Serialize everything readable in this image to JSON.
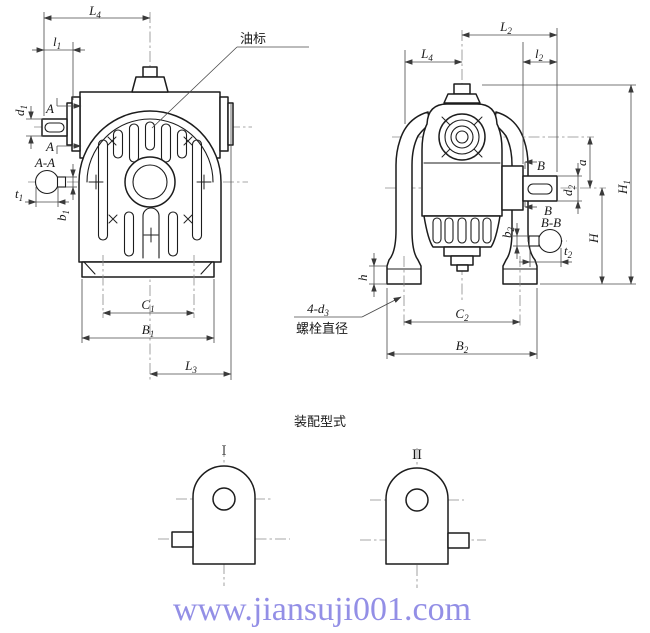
{
  "colors": {
    "line": "#1c1c1c",
    "dimension": "#4a4a4a",
    "centerline": "#8a8a8a",
    "watermark": "#938fe6",
    "background": "#ffffff"
  },
  "front": {
    "oil_label": "油标",
    "dims": {
      "L4": {
        "base": "L",
        "sub": "4"
      },
      "l1": {
        "base": "l",
        "sub": "1"
      },
      "d1": {
        "base": "d",
        "sub": "1"
      },
      "A": {
        "base": "A",
        "sub": ""
      },
      "AA": {
        "base": "A-A",
        "sub": ""
      },
      "t1": {
        "base": "t",
        "sub": "1"
      },
      "b1": {
        "base": "b",
        "sub": "1"
      },
      "C1": {
        "base": "C",
        "sub": "1"
      },
      "B1": {
        "base": "B",
        "sub": "1"
      },
      "L3": {
        "base": "L",
        "sub": "3"
      }
    }
  },
  "side": {
    "bolt_note": {
      "line1": {
        "base": "4-d",
        "sub": "3"
      },
      "line2": "螺栓直径"
    },
    "dims": {
      "L2": {
        "base": "L",
        "sub": "2"
      },
      "L4": {
        "base": "L",
        "sub": "4"
      },
      "l2": {
        "base": "l",
        "sub": "2"
      },
      "B": {
        "base": "B",
        "sub": ""
      },
      "BB": {
        "base": "B-B",
        "sub": ""
      },
      "b2": {
        "base": "b",
        "sub": "2"
      },
      "t2": {
        "base": "t",
        "sub": "2"
      },
      "d2": {
        "base": "d",
        "sub": "2"
      },
      "a": {
        "base": "a",
        "sub": ""
      },
      "H": {
        "base": "H",
        "sub": ""
      },
      "H1": {
        "base": "H",
        "sub": "1"
      },
      "h": {
        "base": "h",
        "sub": ""
      },
      "C2": {
        "base": "C",
        "sub": "2"
      },
      "B2": {
        "base": "B",
        "sub": "2"
      }
    }
  },
  "assembly": {
    "title": "装配型式",
    "variant1": "I",
    "variant2": "II"
  },
  "watermark": {
    "text": "www.jiansuji001.com",
    "color": "#938fe6"
  }
}
